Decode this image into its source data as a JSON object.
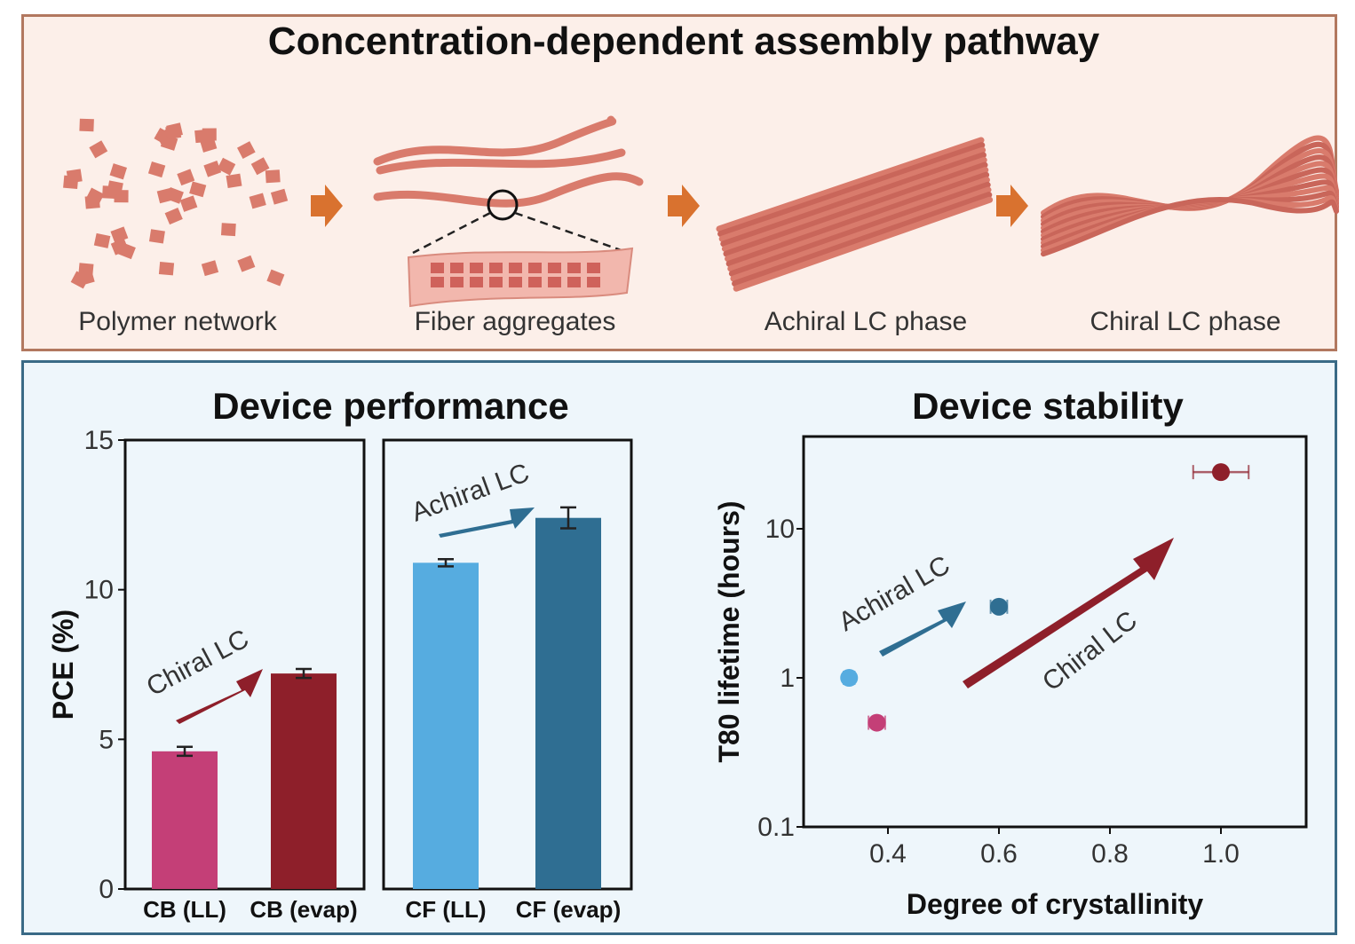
{
  "top": {
    "title": "Concentration-dependent assembly pathway",
    "stages": [
      "Polymer network",
      "Fiber aggregates",
      "Achiral LC phase",
      "Chiral LC phase"
    ]
  },
  "colors": {
    "top_bg": "#fcefe9",
    "top_border": "#b2785f",
    "bottom_bg": "#eef6fb",
    "bottom_border": "#3a6a86",
    "strand": "#d97b6c",
    "arrow": "#d9722f",
    "magenta": "#c43f77",
    "dark_red": "#8e1f2a",
    "light_blue": "#56ace0",
    "dark_blue": "#2f6e92"
  },
  "chart_data": [
    {
      "type": "bar",
      "title": "Device performance",
      "ylabel": "PCE (%)",
      "ylim": [
        0,
        15
      ],
      "yticks": [
        0,
        5,
        10,
        15
      ],
      "panels": [
        {
          "categories": [
            "CB (LL)",
            "CB (evap)"
          ],
          "values": [
            4.6,
            7.2
          ],
          "errors": [
            0.15,
            0.15
          ],
          "colors": [
            "#c43f77",
            "#8e1f2a"
          ],
          "annotation": "Chiral LC"
        },
        {
          "categories": [
            "CF (LL)",
            "CF (evap)"
          ],
          "values": [
            10.9,
            12.4
          ],
          "errors": [
            0.12,
            0.35
          ],
          "colors": [
            "#56ace0",
            "#2f6e92"
          ],
          "annotation": "Achiral LC"
        }
      ]
    },
    {
      "type": "scatter",
      "title": "Device stability",
      "xlabel": "Degree of crystallinity",
      "ylabel": "T80 lifetime (hours)",
      "xlim": [
        0.26,
        1.15
      ],
      "ylim": [
        0.1,
        40
      ],
      "yscale": "log",
      "xticks": [
        0.4,
        0.6,
        0.8,
        1.0
      ],
      "xtick_labels": [
        "0.4",
        "0.6",
        "0.8",
        "1.0"
      ],
      "yticks": [
        0.1,
        1,
        10
      ],
      "ytick_labels": [
        "0.1",
        "1",
        "10"
      ],
      "points": [
        {
          "x": 0.33,
          "y": 1.0,
          "xerr": 0.01,
          "color": "#56ace0"
        },
        {
          "x": 0.38,
          "y": 0.5,
          "xerr": 0.015,
          "color": "#c43f77"
        },
        {
          "x": 0.6,
          "y": 3.0,
          "xerr": 0.015,
          "color": "#2f6e92"
        },
        {
          "x": 1.0,
          "y": 24,
          "xerr": 0.05,
          "color": "#8e1f2a"
        }
      ],
      "annotations": [
        "Achiral LC",
        "Chiral LC"
      ]
    }
  ]
}
